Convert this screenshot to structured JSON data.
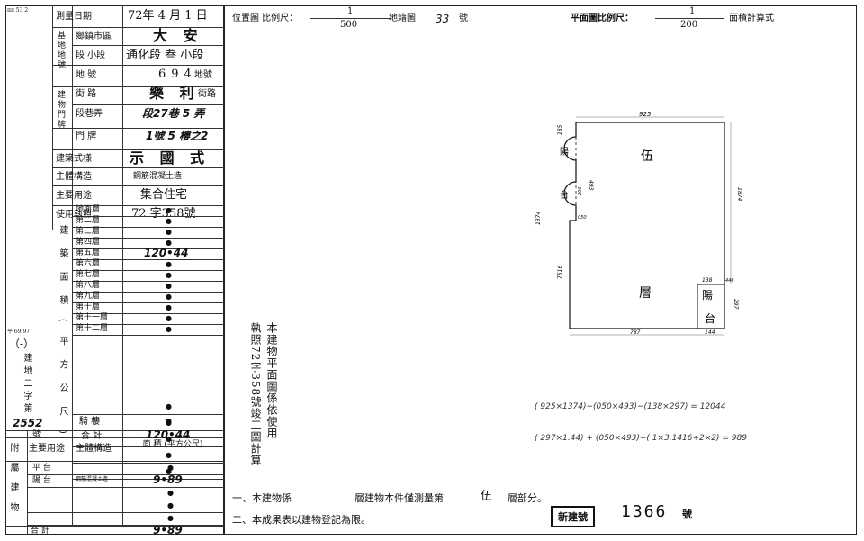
{
  "header": {
    "corner_mark": "ππ 53 2",
    "survey_date_label": "測量日期",
    "survey_date_value": "72年 4 月 1 日",
    "location_label": "位置圖 比例尺：",
    "location_scale_num": "1",
    "location_scale_den": "500",
    "map_label": "地籍圖",
    "map_no": "33",
    "map_suffix": "號",
    "plan_label": "平面圖比例尺：",
    "plan_scale_num": "1",
    "plan_scale_den": "200",
    "area_method": "面積計算式"
  },
  "site": {
    "group_label": "基地地號",
    "district_label": "鄉鎮市區",
    "district_value": "大 安",
    "section_label": "段 小段",
    "section_value": "通化段 叁 小段",
    "lot_label": "地 號",
    "lot_value": "694",
    "lot_suffix": "地號"
  },
  "address": {
    "group_label": "建物門牌",
    "street_label": "街 路",
    "street_value": "樂 利",
    "street_suffix": "街路",
    "lane_label": "段巷弄",
    "lane_value": "段27巷 5 弄",
    "number_label": "門 牌",
    "number_value": "1號 5 樓之2"
  },
  "building": {
    "style_label": "建築式樣",
    "style_value": "示 國 式",
    "structure_label": "主體構造",
    "structure_value": "鋼筋混凝土造",
    "use_label": "主要用途",
    "use_value": "集合住宅",
    "license_label": "使用執照",
    "license_value": "72 字358號"
  },
  "floors": {
    "group_label": "建築面積(平方公尺)",
    "items": [
      {
        "name": "地面層",
        "value": "●"
      },
      {
        "name": "第二層",
        "value": "●"
      },
      {
        "name": "第三層",
        "value": "●"
      },
      {
        "name": "第四層",
        "value": "●"
      },
      {
        "name": "第五層",
        "value": "120•44"
      },
      {
        "name": "第六層",
        "value": "●"
      },
      {
        "name": "第七層",
        "value": "●"
      },
      {
        "name": "第八層",
        "value": "●"
      },
      {
        "name": "第九層",
        "value": "●"
      },
      {
        "name": "第十層",
        "value": "●"
      },
      {
        "name": "第十一層",
        "value": "●"
      },
      {
        "name": "第十二層",
        "value": "●"
      }
    ],
    "blank_values": [
      "●",
      "●",
      "●",
      "●",
      "●"
    ],
    "basement_label": "騎 樓",
    "basement_value": "●",
    "total_label": "合 計",
    "total_value": "120•44"
  },
  "side": {
    "code_top": "平 69 97",
    "paren_dash": "（-）",
    "doc_label": "建地二字第",
    "doc_number": "2552",
    "doc_suffix": "號"
  },
  "annex": {
    "group_label": "附屬建物",
    "use_header": "主要用途",
    "structure_header": "主體構造",
    "area_header": "面 積 (平方公尺)",
    "rows": [
      {
        "use": "平 台",
        "structure": "",
        "area": "●"
      },
      {
        "use": "陽 台",
        "structure": "鋼筋混凝土造",
        "area": "9•89"
      },
      {
        "use": "",
        "structure": "",
        "area": "●"
      },
      {
        "use": "",
        "structure": "",
        "area": "●"
      },
      {
        "use": "",
        "structure": "",
        "area": "●"
      }
    ],
    "total_label": "合 計",
    "total_value": "9•89"
  },
  "vertical_note": {
    "col1": "本建物平面圖係依使用",
    "col2": "執照72字358號竣工圖計算",
    "tail": "用"
  },
  "plan": {
    "dim_top": "925",
    "dim_left_top": "185",
    "dim_left_inner": "493",
    "dim_left_small": "200",
    "dim_left_side": "1374",
    "dim_left_lower": "7516",
    "dim_right": "1874",
    "dim_balcony_w": "138",
    "dim_balcony_side": "446",
    "dim_balcony_h": "297",
    "dim_bottom_left": "787",
    "dim_bottom_right": "144",
    "dim_small_note": "050",
    "room_char_1": "伍",
    "room_char_2": "層",
    "balcony_1": "陽",
    "balcony_2": "台",
    "bay_char_1": "陽",
    "bay_char_2": "台"
  },
  "formulas": {
    "line1": "( 925×1374)−(050×493)−(138×297) = 12044",
    "line2": "( 297×1.44) + (050×493)+( 1×3.1416÷2×2) = 989"
  },
  "notes": {
    "note1_prefix": "一、本建物係",
    "note1_floor": "伍",
    "note1_suffix": "層建物本件僅測量第",
    "note1_end": "層部分。",
    "note2": "二、本成果表以建物登記為限。",
    "stamp_label": "新建號",
    "stamp_value": "1366",
    "stamp_suffix": "號"
  }
}
